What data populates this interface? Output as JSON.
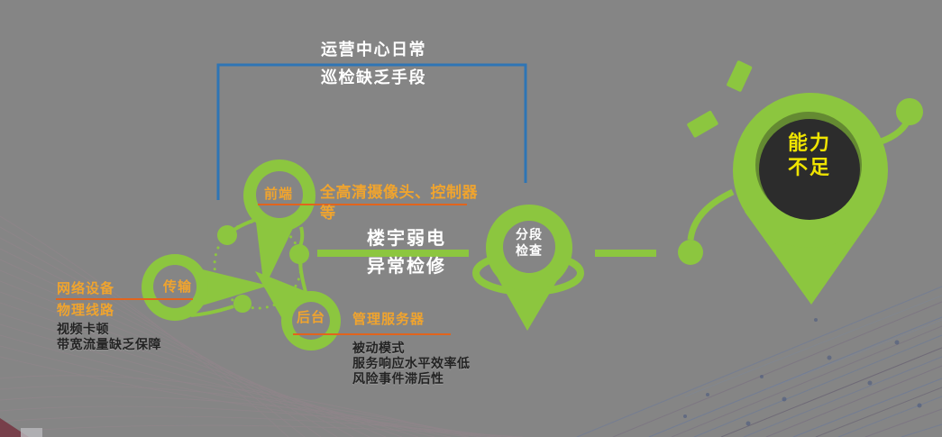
{
  "title_note": {
    "line1": "运营中心日常",
    "line2": "巡检缺乏手段"
  },
  "front_pin": {
    "label": "前端",
    "device": "全高清摄像头、控制器等"
  },
  "transmission_pin": {
    "label": "传输",
    "device1": "网络设备",
    "device2": "物理线路",
    "issue1": "视频卡顿",
    "issue2": "带宽流量缺乏保障"
  },
  "backend_pin": {
    "label": "后台",
    "device": "管理服务器",
    "issue1": "被动模式",
    "issue2": "服务响应水平效率低",
    "issue3": "风险事件滞后性"
  },
  "center_note": {
    "line1": "楼宇弱电",
    "line2": "异常检修"
  },
  "segment_pin": {
    "line1": "分段",
    "line2": "检查"
  },
  "capability_pin": {
    "line1": "能力",
    "line2": "不足"
  },
  "colors": {
    "background": "#858585",
    "green": "#8cc63f",
    "orange_text": "#f0a42e",
    "orange_line": "#e2641c",
    "blue_bracket": "#2e75b5",
    "dark_circle": "#2c2c2c",
    "yellow_text": "#f0e400",
    "white_text": "#ffffff",
    "black_text": "#232323"
  }
}
